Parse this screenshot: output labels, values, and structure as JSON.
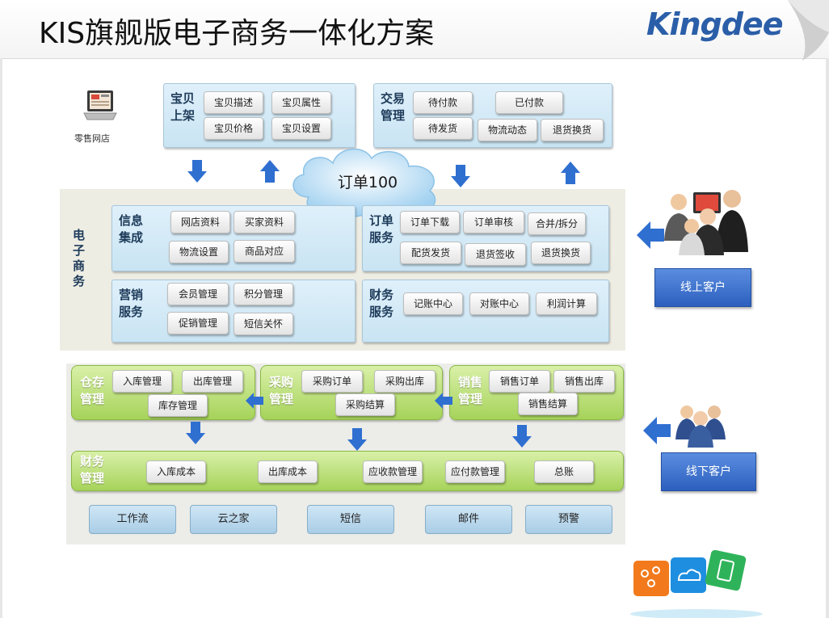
{
  "title": "KIS旗舰版电子商务一体化方案",
  "logo": "Kingdee",
  "retail_store_label": "零售网店",
  "cloud_label": "订单100",
  "ecommerce_label": "电子商务",
  "online_customers": "线上客户",
  "offline_customers": "线下客户",
  "top_panels": {
    "listing": {
      "label": "宝贝上架",
      "items": [
        "宝贝描述",
        "宝贝属性",
        "宝贝价格",
        "宝贝设置"
      ]
    },
    "trade": {
      "label": "交易管理",
      "items": [
        "待付款",
        "已付款",
        "待发货",
        "物流动态",
        "退货换货"
      ]
    }
  },
  "ec_panels": {
    "info": {
      "label": "信息集成",
      "items": [
        "网店资料",
        "买家资料",
        "物流设置",
        "商品对应"
      ]
    },
    "order": {
      "label": "订单服务",
      "items": [
        "订单下载",
        "订单审核",
        "合并/拆分",
        "配货发货",
        "退货签收",
        "退货换货"
      ]
    },
    "marketing": {
      "label": "营销服务",
      "items": [
        "会员管理",
        "积分管理",
        "促销管理",
        "短信关怀"
      ]
    },
    "finance": {
      "label": "财务服务",
      "items": [
        "记账中心",
        "对账中心",
        "利润计算"
      ]
    }
  },
  "erp_panels": {
    "warehouse": {
      "label": "仓存管理",
      "items": [
        "入库管理",
        "出库管理",
        "库存管理"
      ]
    },
    "purchase": {
      "label": "采购管理",
      "items": [
        "采购订单",
        "采购出库",
        "采购结算"
      ]
    },
    "sales": {
      "label": "销售管理",
      "items": [
        "销售订单",
        "销售出库",
        "销售结算"
      ]
    },
    "finance": {
      "label": "财务管理",
      "items": [
        "入库成本",
        "出库成本",
        "应收款管理",
        "应付款管理",
        "总账"
      ]
    }
  },
  "bottom_items": [
    "工作流",
    "云之家",
    "短信",
    "邮件",
    "预警"
  ],
  "colors": {
    "accent_blue": "#2c5fbe",
    "panel_blue": "#c9e4f3",
    "panel_green": "#a6d35a",
    "arrow_blue": "#2f6fd0"
  }
}
